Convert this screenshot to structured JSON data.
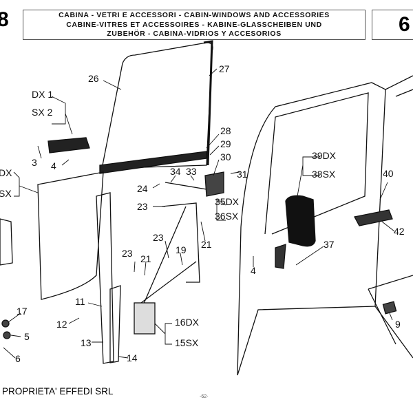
{
  "header": {
    "title_lines": [
      "CABINA - VETRI E ACCESSORI - CABIN-WINDOWS AND ACCESSORIES",
      "CABINE-VITRES ET ACCESSOIRES - KABINE-GLASSCHEIBEN UND",
      "ZUBEHÖR - CABINA-VIDRIOS Y ACCESORIOS"
    ],
    "group_left": "8",
    "group_right": "6"
  },
  "callouts": [
    "26",
    "27",
    "DX 1",
    "SX 2",
    "3",
    "4",
    "DX",
    "SX",
    "28",
    "29",
    "30",
    "31",
    "34",
    "33",
    "24",
    "23",
    "35DX",
    "36SX",
    "21",
    "23",
    "19",
    "23",
    "21",
    "11",
    "12",
    "16DX",
    "15SX",
    "13",
    "14",
    "17",
    "5",
    "6",
    "39DX",
    "38SX",
    "40",
    "42",
    "37",
    "4",
    "9"
  ],
  "footer": {
    "owner": "PROPRIETA' EFFEDI SRL",
    "page_number": "-62-"
  }
}
